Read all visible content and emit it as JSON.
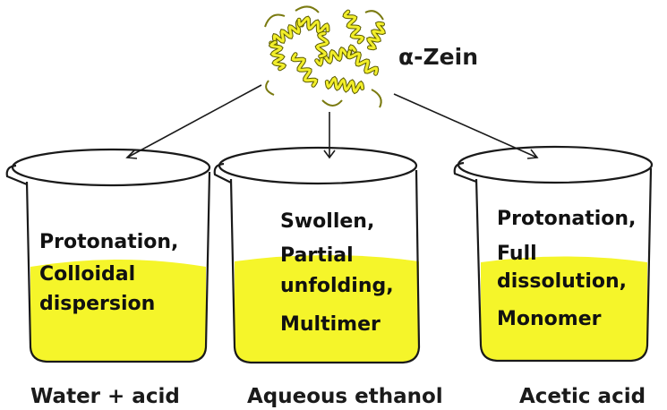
{
  "protein": {
    "label": "α-Zein",
    "icon": "protein-ribbon-icon",
    "color": "#f2ee2a"
  },
  "liquid_color": "#f5f52a",
  "beakers": [
    {
      "solvent": "Water + acid",
      "lines": [
        {
          "text": "Protonation,"
        },
        {
          "text": "Colloidal"
        },
        {
          "text": "dispersion"
        }
      ]
    },
    {
      "solvent": "Aqueous ethanol",
      "lines": [
        {
          "text": "Swollen,"
        },
        {
          "text": "Partial"
        },
        {
          "text": "unfolding,"
        },
        {
          "text": "Multimer"
        }
      ]
    },
    {
      "solvent": "Acetic acid",
      "lines": [
        {
          "text": "Protonation,"
        },
        {
          "text": "Full"
        },
        {
          "text": "dissolution,"
        },
        {
          "text": "Monomer"
        }
      ]
    }
  ]
}
